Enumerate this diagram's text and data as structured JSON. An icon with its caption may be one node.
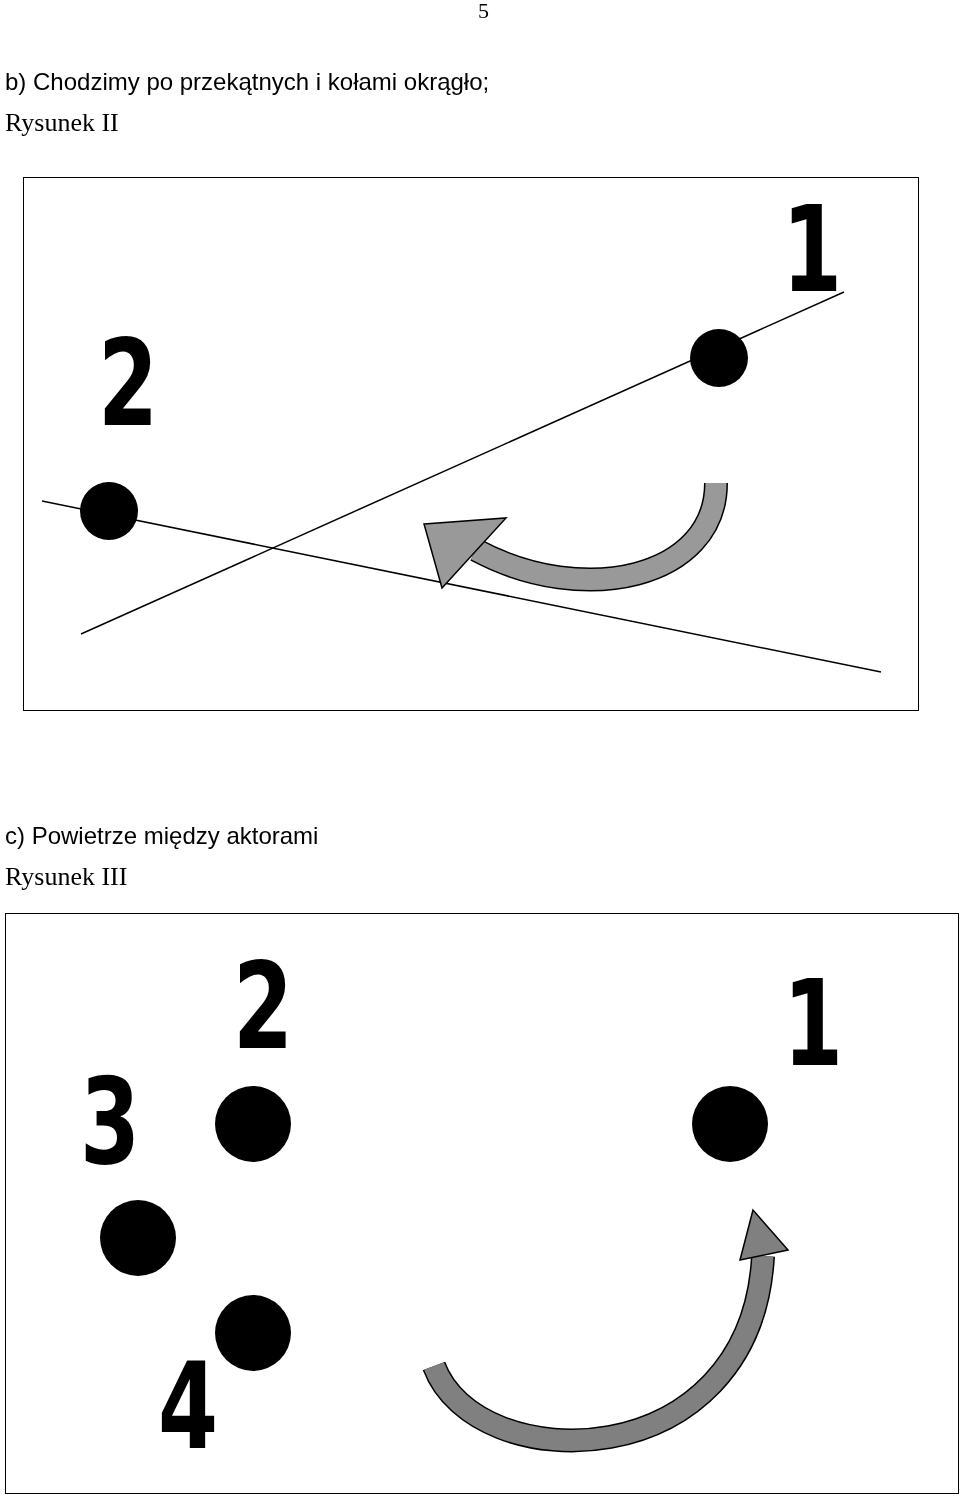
{
  "diagram": {
    "nodes": [
      {
        "text": [
          "Rysunek II"
        ]
      },
      {
        "text": [],
        "shape": "circle",
        "beside": [
          "1"
        ],
        "in": 0
      },
      {
        "text": [],
        "shape": "circle",
        "beside": [
          "2"
        ],
        "in": 0
      },
      {
        "text": [
          "Rysunek III"
        ]
      },
      {
        "text": [],
        "shape": "circle",
        "beside": [
          "2"
        ],
        "in": 3
      },
      {
        "text": [],
        "shape": "circle",
        "beside": [
          "1"
        ],
        "in": 3
      },
      {
        "text": [],
        "shape": "circle",
        "beside": [
          "3"
        ],
        "in": 3
      },
      {
        "text": [],
        "shape": "circle",
        "beside": [
          "4"
        ],
        "in": 3
      }
    ],
    "edges": [],
    "labels": [
      "5",
      "b) Chodzimy po przekątnych i kołami okrągło;",
      "c) Powietrze między aktorami"
    ]
  }
}
